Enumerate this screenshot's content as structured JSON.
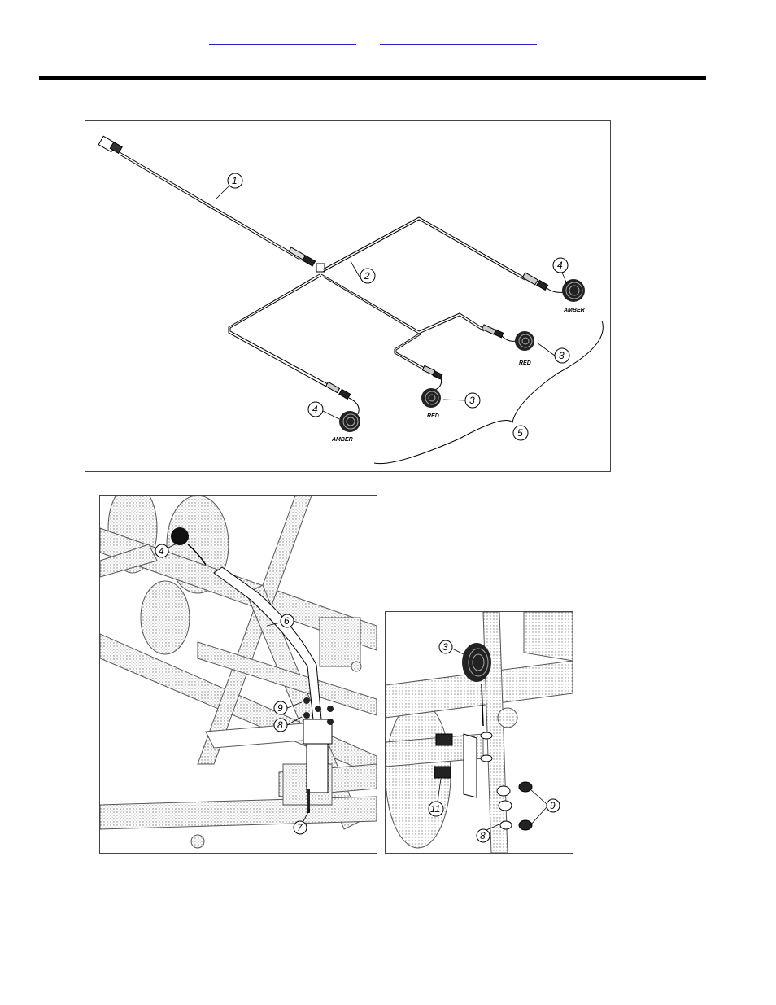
{
  "header": {
    "links": [
      "",
      ""
    ]
  },
  "figure_harness": {
    "callouts": {
      "c1": "1",
      "c2": "2",
      "c3a": "3",
      "c3b": "3",
      "c4a": "4",
      "c4b": "4",
      "c5": "5"
    },
    "lamp_labels": {
      "amber_right": "AMBER",
      "amber_left": "AMBER",
      "red_upper": "RED",
      "red_lower": "RED"
    }
  },
  "figure_mount": {
    "callouts": {
      "c4": "4",
      "c6": "6",
      "c9": "9",
      "c8": "8",
      "c7": "7"
    }
  },
  "figure_bracket": {
    "callouts": {
      "c3": "3",
      "c11": "11",
      "c8": "8",
      "c9": "9"
    }
  }
}
